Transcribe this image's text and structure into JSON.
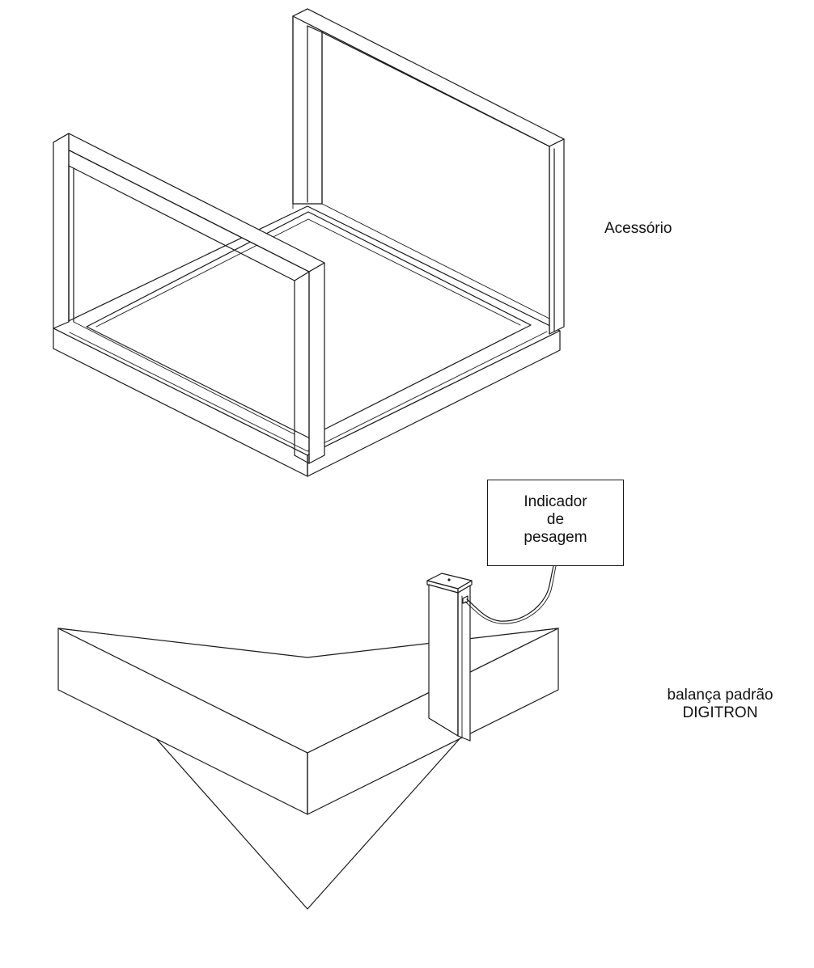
{
  "labels": {
    "accessory": "Acessório",
    "scale_line1": "balança padrão",
    "scale_line2": "DIGITRON"
  },
  "indicator": {
    "line1": "Indicador",
    "line2": "de",
    "line3": "pesagem"
  },
  "colors": {
    "line": "#1a1a1a",
    "background": "#ffffff"
  }
}
